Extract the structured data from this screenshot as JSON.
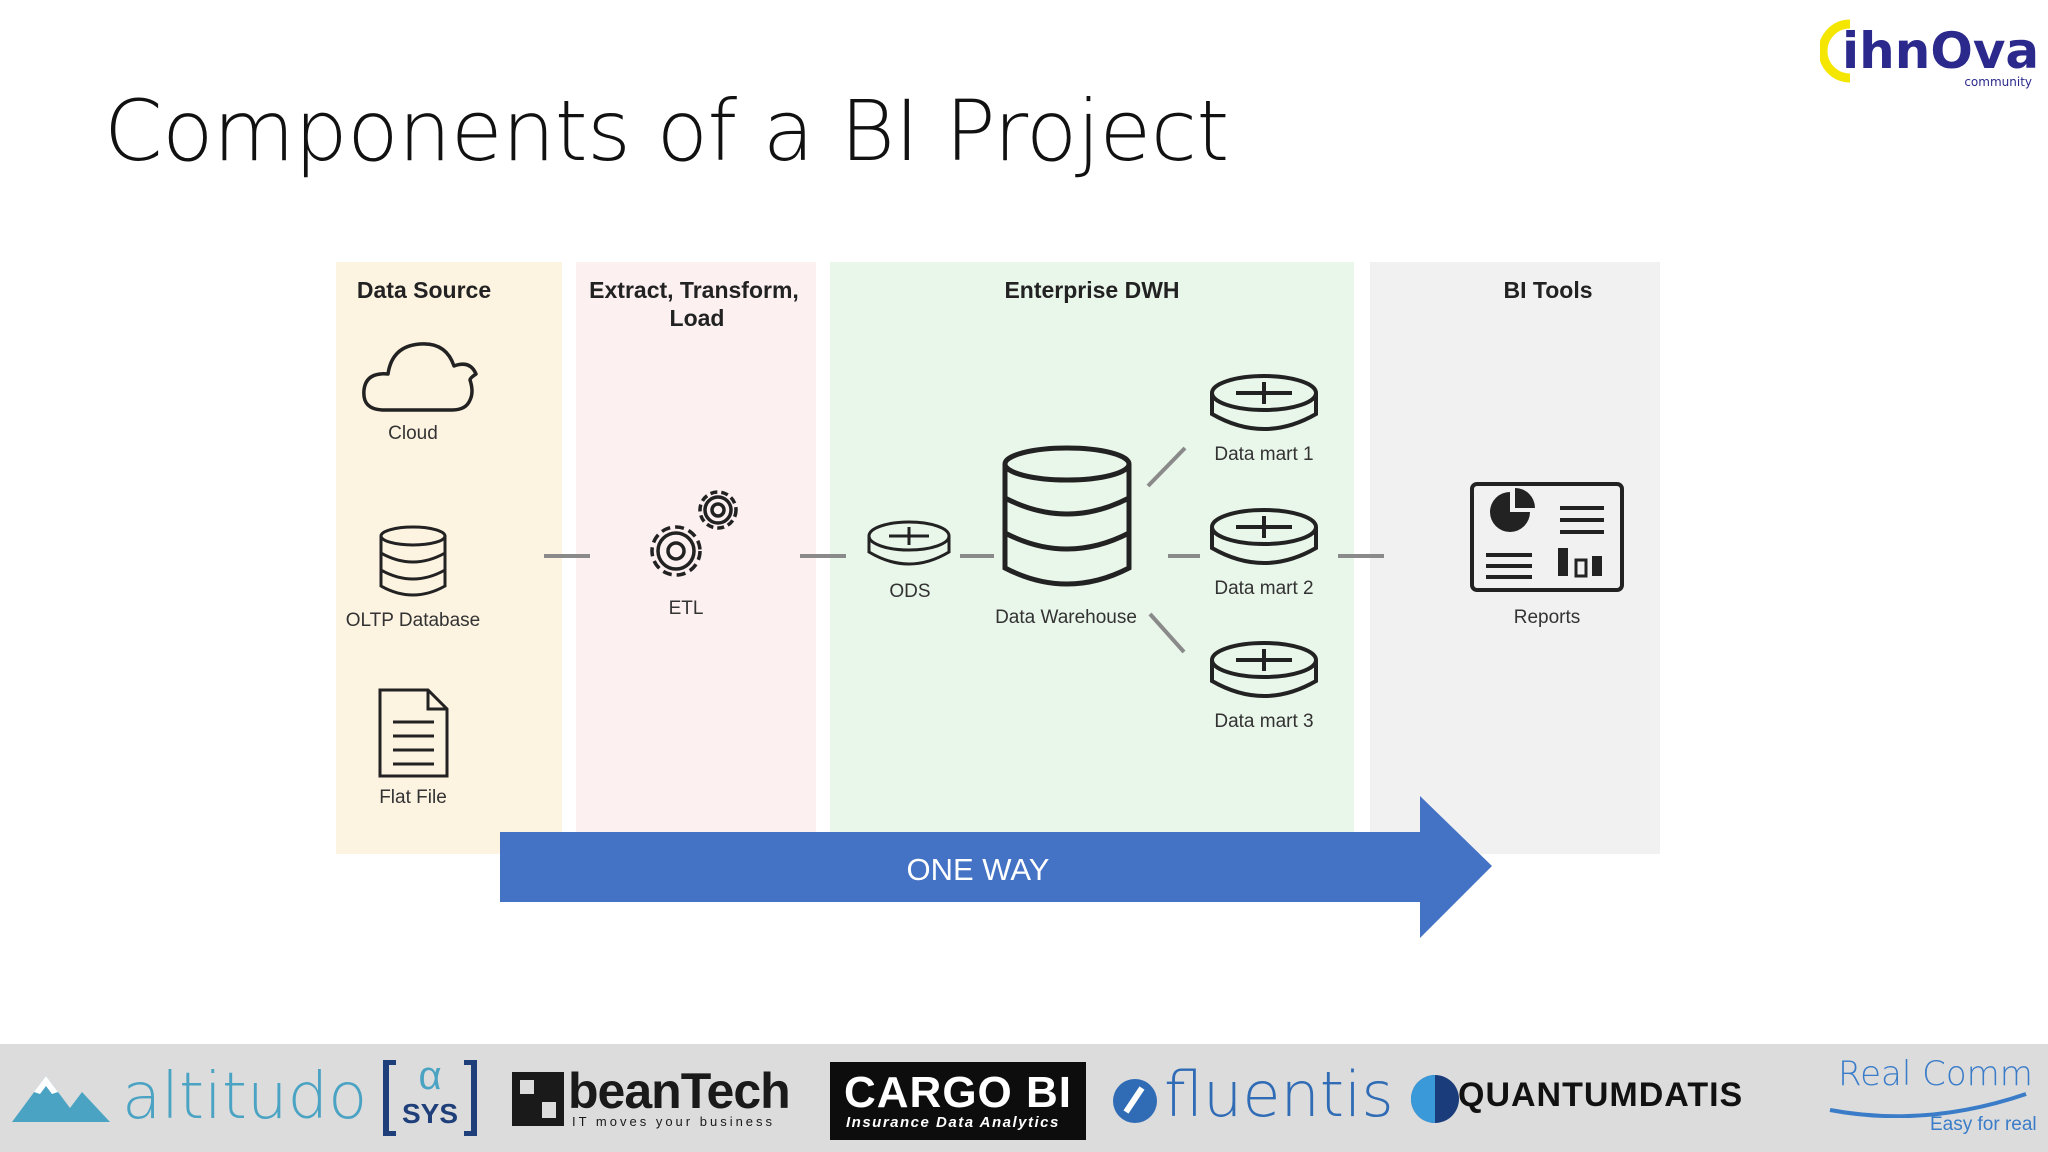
{
  "title": "Components of a BI Project",
  "logo": {
    "text": "ihnOva",
    "subtext": "community"
  },
  "columns": {
    "data_source": "Data Source",
    "etl": "Extract, Transform,",
    "etl_line2": "Load",
    "dwh": "Enterprise DWH",
    "bi_tools": "BI Tools"
  },
  "items": {
    "cloud": "Cloud",
    "oltp": "OLTP Database",
    "flat_file": "Flat File",
    "etl": "ETL",
    "ods": "ODS",
    "data_warehouse": "Data Warehouse",
    "data_mart_1": "Data mart 1",
    "data_mart_2": "Data mart 2",
    "data_mart_3": "Data mart 3",
    "reports": "Reports"
  },
  "arrow_label": "ONE WAY",
  "sponsors": {
    "altitudo": "altitudo",
    "asys_alpha": "α",
    "asys_sys": "SYS",
    "beantech": "beanTech",
    "beantech_tag": "IT moves your business",
    "cargobi": "CARGO BI",
    "cargobi_tag": "Insurance Data Analytics",
    "fluentis": "fluentis",
    "quantumdatis": "QUANTUMDATIS",
    "realcomm": "Real Comm",
    "realcomm_tag": "Easy for real"
  },
  "colors": {
    "data_source_bg": "#fdf3e1",
    "etl_bg": "#fcf0f1",
    "dwh_bg": "#e9f6ea",
    "bi_bg": "#f1f1f1",
    "arrow": "#4472c4",
    "footer_bg": "#dcdcdc",
    "logo_yellow": "#f5e600",
    "logo_blue": "#2b2a8c"
  }
}
